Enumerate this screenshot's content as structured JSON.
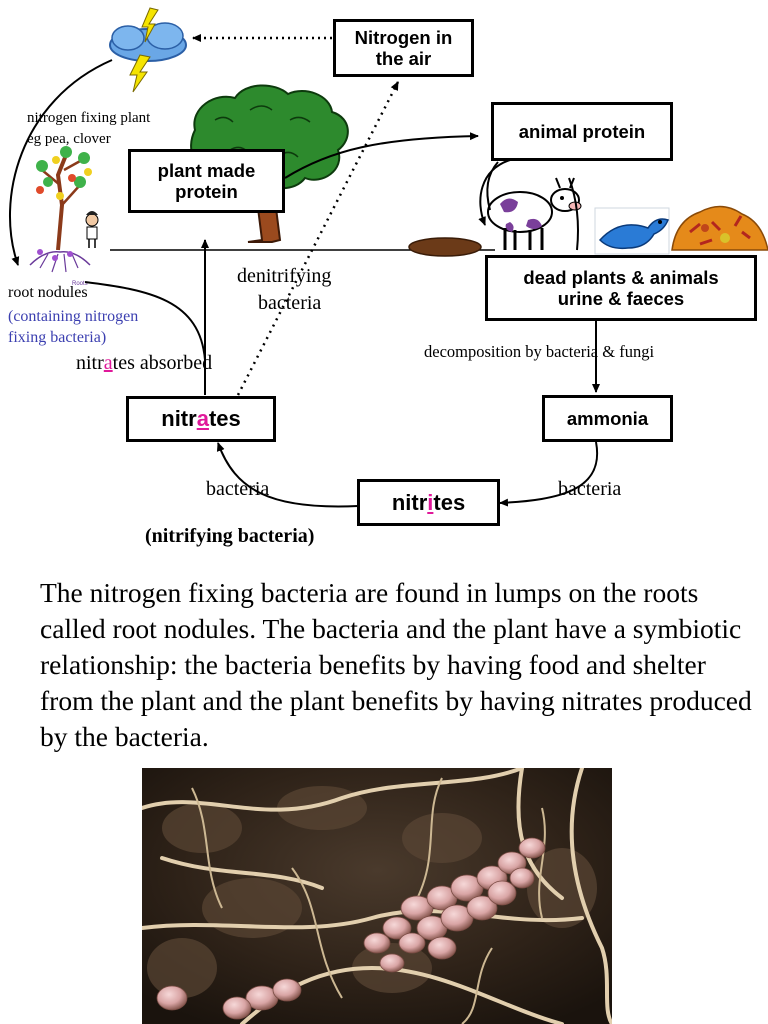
{
  "diagram": {
    "boxes": {
      "nitrogen_air": "Nitrogen in the air",
      "animal_protein": "animal protein",
      "plant_protein": "plant made protein",
      "dead_matter": "dead plants & animals urine & faeces",
      "ammonia": "ammonia",
      "nitrates_pre": "nitr",
      "nitrates_hl": "a",
      "nitrates_post": "tes",
      "nitrites_pre": "nitr",
      "nitrites_hl": "i",
      "nitrites_post": "tes"
    },
    "labels": {
      "fixing_plant_1": "nitrogen fixing plant",
      "fixing_plant_2": "eg pea, clover",
      "root_nodules": "root nodules",
      "containing_1": "(containing nitrogen",
      "containing_2": "fixing bacteria)",
      "denitrifying_1": "denitrifying",
      "denitrifying_2": "bacteria",
      "absorbed_pre": "nitr",
      "absorbed_hl": "a",
      "absorbed_post": "tes absorbed",
      "decomposition": "decomposition by bacteria & fungi",
      "bacteria_left": "bacteria",
      "bacteria_right": "bacteria",
      "nitrifying": "(nitrifying bacteria)",
      "roots_tag": "Roots"
    }
  },
  "paragraph": "The nitrogen fixing bacteria are found in lumps on the roots called root nodules. The bacteria and the plant have a symbiotic relationship: the bacteria benefits by having food and shelter from the plant and the plant benefits by having nitrates produced by the bacteria."
}
